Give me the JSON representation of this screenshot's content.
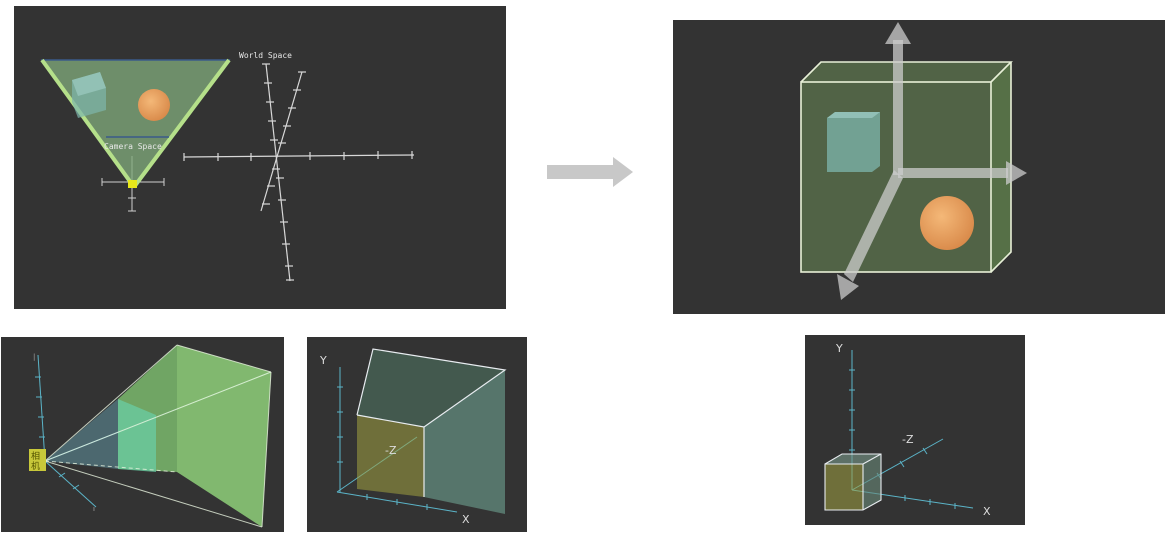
{
  "top_left": {
    "world_label": "World Space",
    "camera_label": "Camera Space"
  },
  "bottom_left": {
    "camera_glyph_top": "相",
    "camera_glyph_bottom": "机"
  },
  "bottom_middle": {
    "y_label": "Y",
    "neg_z_label": "-Z",
    "x_label": "X"
  },
  "bottom_right": {
    "y_label": "Y",
    "neg_z_label": "-Z",
    "x_label": "X"
  },
  "colors": {
    "panel_bg": "#333333",
    "frustum_fill": "#7fa87a",
    "frustum_edge": "#b5e08a",
    "cube": "#6a9e98",
    "sphere": "#e6a060",
    "axis_cyan": "#5bb4c8",
    "camera_yellow": "#e8e81a",
    "transition_arrow": "#c8c8c8"
  }
}
